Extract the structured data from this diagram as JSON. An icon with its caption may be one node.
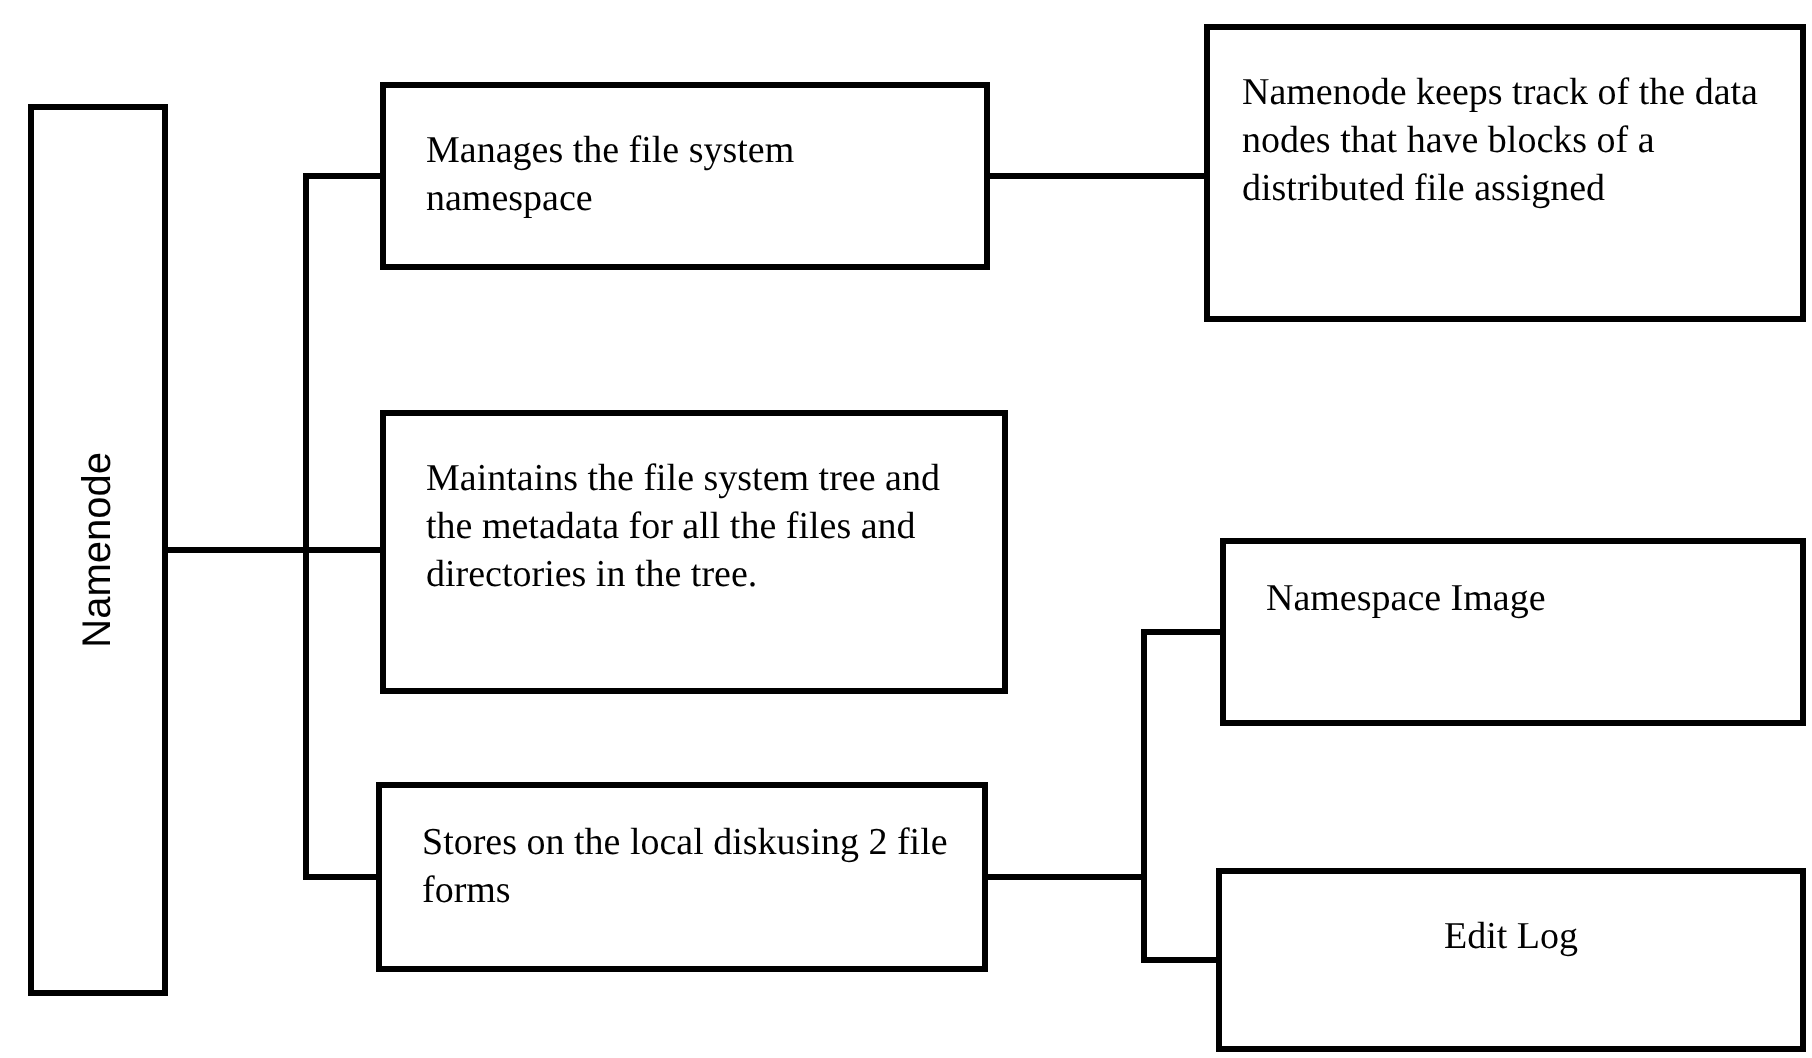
{
  "diagram": {
    "nodes": [
      {
        "text": [
          "Namenode"
        ]
      },
      {
        "text": [
          "Manages the file system namespace"
        ]
      },
      {
        "text": [
          "Namenode keeps track of the data nodes that have blocks of a distributed file assigned"
        ]
      },
      {
        "text": [
          "Maintains the file system tree and the metadata for all the files and directories in the tree."
        ]
      },
      {
        "text": [
          "Stores on the local diskusing 2 file forms"
        ]
      },
      {
        "text": [
          "Namespace Image"
        ]
      },
      {
        "text": [
          "Edit Log"
        ]
      }
    ],
    "edges": [
      {
        "from": 0,
        "to": 1,
        "arrow": "none"
      },
      {
        "from": 0,
        "to": 3,
        "arrow": "none"
      },
      {
        "from": 0,
        "to": 4,
        "arrow": "none"
      },
      {
        "from": 1,
        "to": 2,
        "arrow": "none"
      },
      {
        "from": 4,
        "to": 5,
        "arrow": "none"
      },
      {
        "from": 4,
        "to": 6,
        "arrow": "none"
      }
    ]
  }
}
